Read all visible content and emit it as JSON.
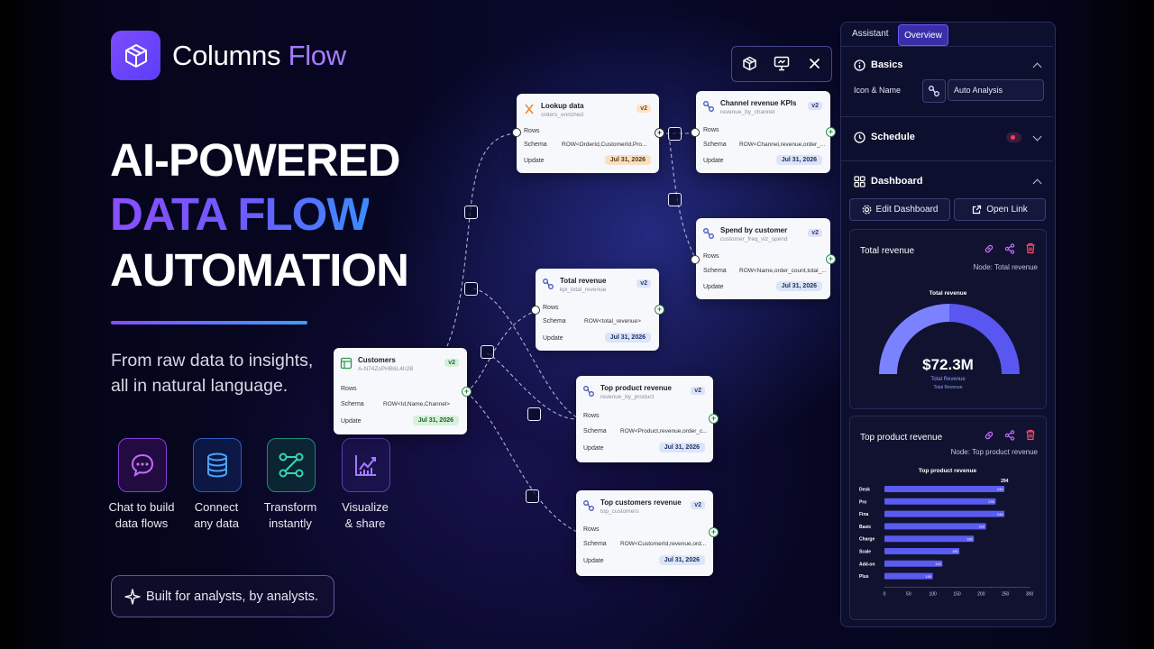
{
  "brand": {
    "name_a": "Columns",
    "name_b": "Flow",
    "logo": "cube-logo-icon"
  },
  "hero": {
    "line1": "AI-POWERED",
    "line2": "DATA FLOW",
    "line3": "AUTOMATION"
  },
  "subtitle": "From raw data to insights, all in natural language.",
  "features": [
    {
      "icon": "chat-bubble-icon",
      "label_1": "Chat to build",
      "label_2": "data flows",
      "color": "#b04dff"
    },
    {
      "icon": "database-icon",
      "label_1": "Connect",
      "label_2": "any data",
      "color": "#3a8dff"
    },
    {
      "icon": "workflow-icon",
      "label_1": "Transform",
      "label_2": "instantly",
      "color": "#2fcfa8"
    },
    {
      "icon": "chart-icon",
      "label_1": "Visualize",
      "label_2": "& share",
      "color": "#9a6bff"
    }
  ],
  "tagline": "Built for analysts, by analysts.",
  "labels": {
    "rows": "Rows",
    "schema": "Schema",
    "update": "Update"
  },
  "nodes": {
    "lookup": {
      "title": "Lookup data",
      "subtitle": "orders_enriched",
      "version": "v2",
      "schema": "ROW<OrderId,CustomerId,Pro...",
      "date": "Jul 31, 2026"
    },
    "channel": {
      "title": "Channel revenue KPIs",
      "subtitle": "revenue_by_channel",
      "version": "v2",
      "schema": "ROW<Channel,revenue,order_...",
      "date": "Jul 31, 2026"
    },
    "spend": {
      "title": "Spend by customer",
      "subtitle": "customer_freq_viz_spend",
      "version": "v2",
      "schema": "ROW<Name,order_count,total_...",
      "date": "Jul 31, 2026"
    },
    "total": {
      "title": "Total revenue",
      "subtitle": "kpi_total_revenue",
      "version": "v2",
      "schema": "ROW<total_revenue>",
      "date": "Jul 31, 2026"
    },
    "customers": {
      "title": "Customers",
      "subtitle": "A-N74ZsPHB6L4h2B",
      "version": "v2",
      "schema": "ROW<Id,Name,Channel>",
      "date": "Jul 31, 2026"
    },
    "topproduct": {
      "title": "Top product revenue",
      "subtitle": "revenue_by_product",
      "version": "v2",
      "schema": "ROW<Product,revenue,order_c...",
      "date": "Jul 31, 2026"
    },
    "topcustomers": {
      "title": "Top customers revenue",
      "subtitle": "top_customers",
      "version": "v2",
      "schema": "ROW<CustomerId,revenue,ord...",
      "date": "Jul 31, 2026"
    }
  },
  "panel": {
    "tabs": {
      "assistant": "Assistant",
      "overview": "Overview"
    },
    "basics": {
      "title": "Basics",
      "icon_name_label": "Icon & Name",
      "name_value": "Auto Analysis"
    },
    "schedule": {
      "title": "Schedule"
    },
    "dashboard": {
      "title": "Dashboard",
      "edit_button": "Edit Dashboard",
      "open_button": "Open Link"
    },
    "total_card": {
      "title": "Total revenue",
      "node": "Node: Total revenue",
      "chart_title": "Total revenue",
      "value": "$72.3M",
      "value_label": "Total Revenue",
      "value_sublabel": "Total Revenue"
    },
    "top_card": {
      "title": "Top product revenue",
      "node": "Node: Top product revenue"
    }
  },
  "chart_data": [
    {
      "type": "gauge",
      "title": "Total revenue",
      "value_label": "$72.3M",
      "fill_fraction": 0.5,
      "series_name": "Total Revenue",
      "colors": [
        "#7b82ff",
        "#5a56f0"
      ]
    },
    {
      "type": "bar",
      "orientation": "horizontal",
      "title": "Top product revenue",
      "categories": [
        "Desk",
        "Pro",
        "Fina",
        "Basic",
        "Charge",
        "Scale",
        "Add-on",
        "Plus"
      ],
      "values": [
        248,
        230,
        248,
        210,
        185,
        155,
        120,
        100
      ],
      "top_annotation": "294",
      "xticks": [
        "0",
        "50",
        "100",
        "150",
        "200",
        "250",
        "300"
      ],
      "xlim": [
        0,
        300
      ],
      "color": "#5b5bf0"
    }
  ]
}
